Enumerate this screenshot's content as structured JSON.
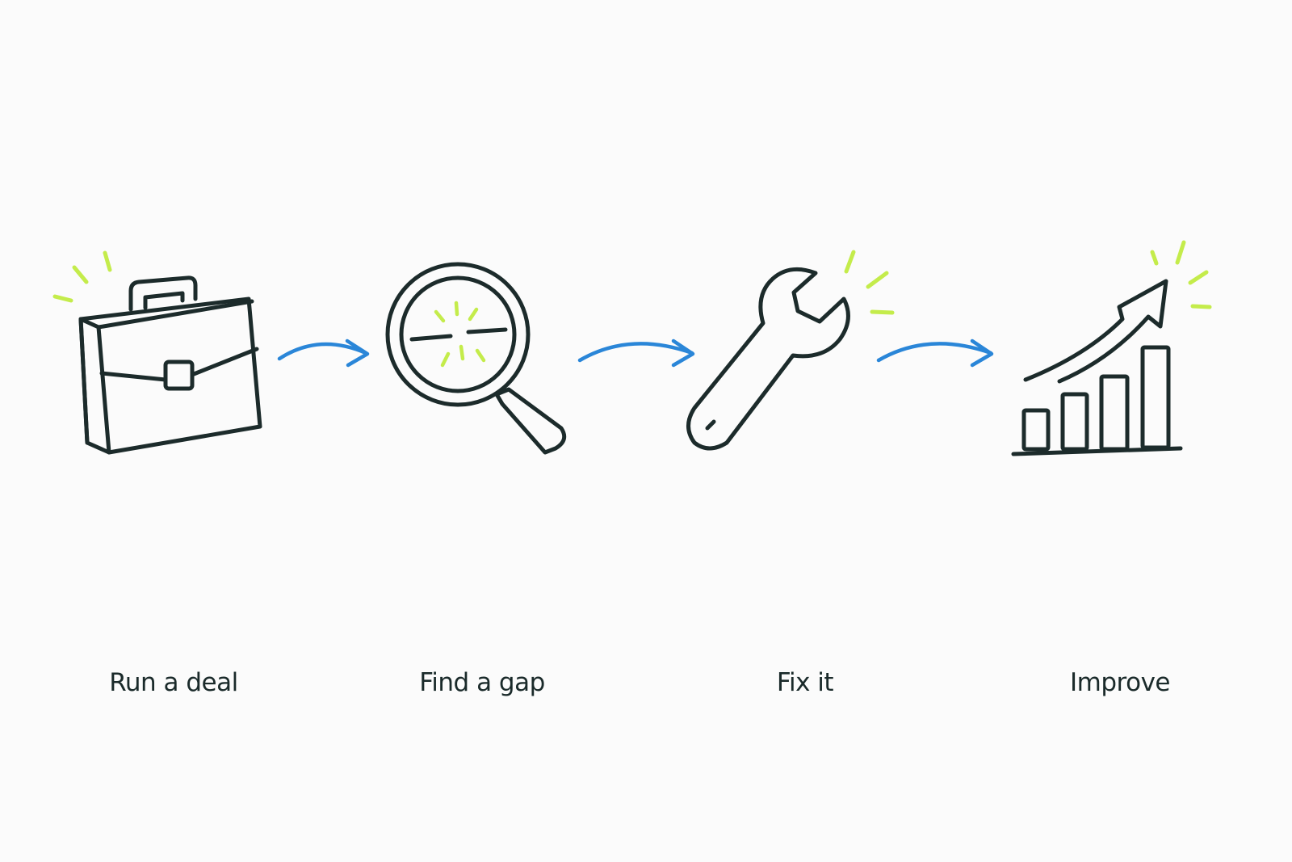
{
  "colors": {
    "stroke": "#1c2b2b",
    "spark": "#c4ec4b",
    "arrow": "#2a86d8",
    "background": "#fbfbfb"
  },
  "steps": [
    {
      "icon": "briefcase-icon",
      "label": "Run a deal"
    },
    {
      "icon": "magnifying-glass-icon",
      "label": "Find a gap"
    },
    {
      "icon": "wrench-icon",
      "label": "Fix it"
    },
    {
      "icon": "growth-chart-icon",
      "label": "Improve"
    }
  ],
  "connectors": [
    "arrow-right-icon",
    "arrow-right-icon",
    "arrow-right-icon"
  ]
}
